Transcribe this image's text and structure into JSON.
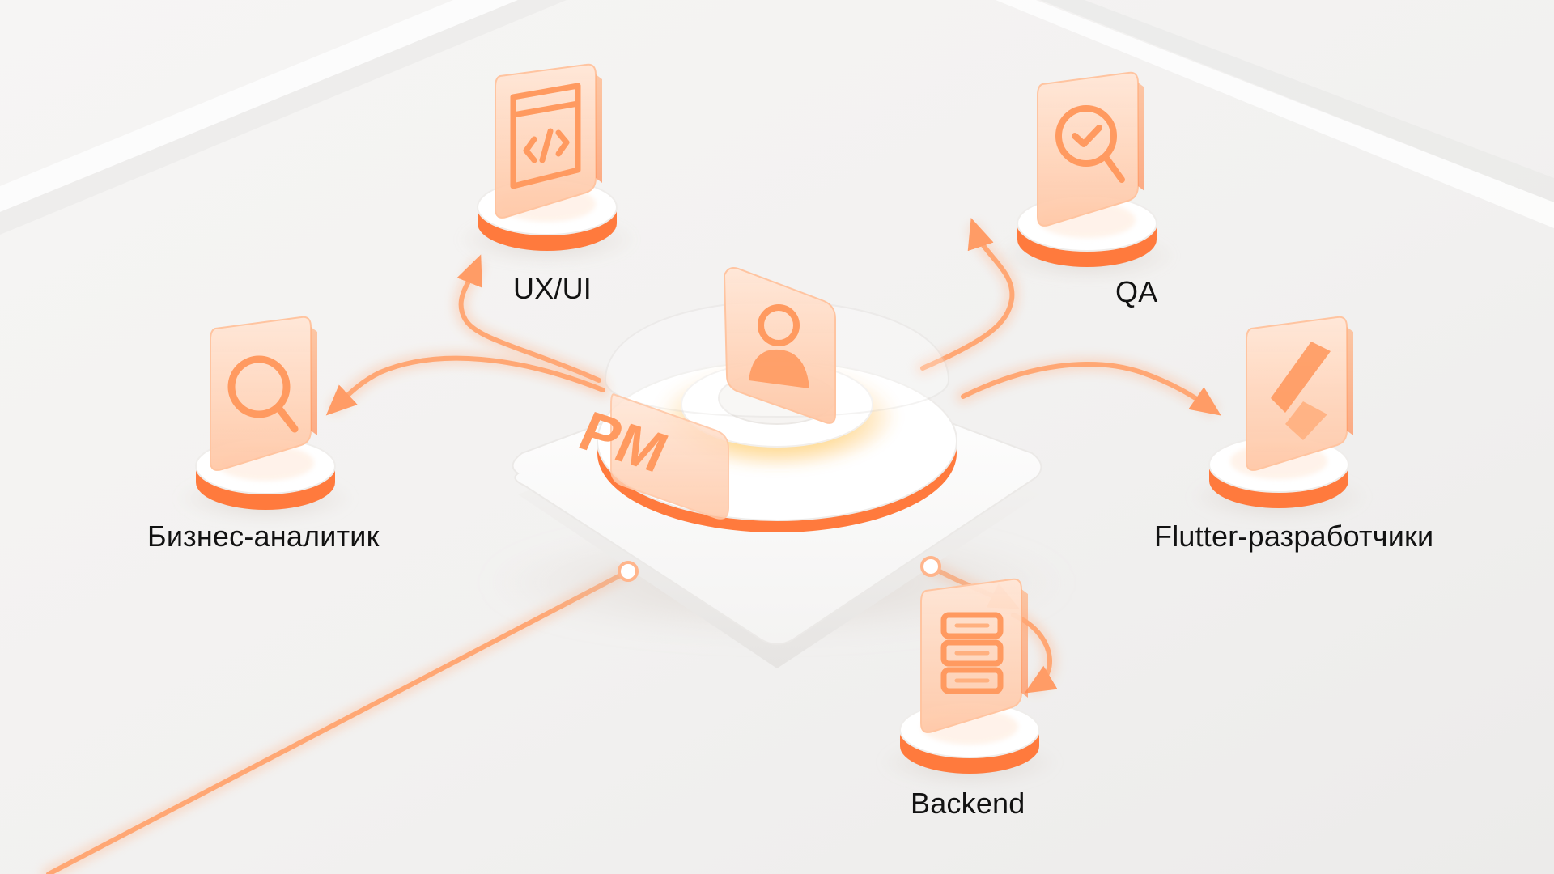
{
  "center": {
    "badge": "PM",
    "icon": "user-icon"
  },
  "roles": [
    {
      "id": "ux-ui",
      "label": "UX/UI",
      "icon": "code-window-icon"
    },
    {
      "id": "qa",
      "label": "QA",
      "icon": "magnifier-check-icon"
    },
    {
      "id": "business-analyst",
      "label": "Бизнес-аналитик",
      "icon": "magnifier-icon"
    },
    {
      "id": "flutter",
      "label": "Flutter-разработчики",
      "icon": "flutter-logo-icon"
    },
    {
      "id": "backend",
      "label": "Backend",
      "icon": "server-stack-icon"
    }
  ],
  "colors": {
    "accent": "#ff7a3d",
    "accent_light": "#ffb48a",
    "glow": "#ffc94d",
    "base": "#ffffff",
    "background": "#f3f2f1",
    "text": "#121212"
  }
}
